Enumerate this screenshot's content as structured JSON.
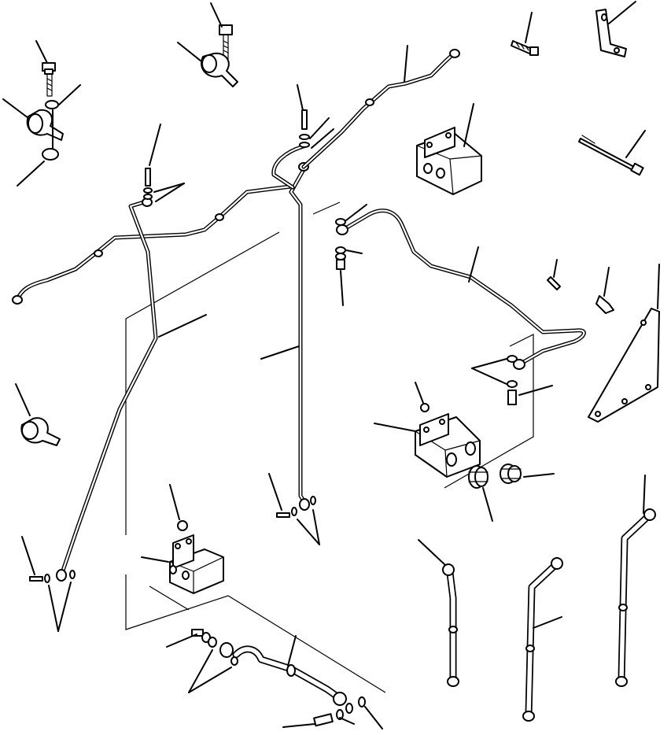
{
  "diagram": {
    "kind": "exploded-parts-view",
    "item_numbers_shown": false,
    "line_color": "#000000",
    "background": "#ffffff",
    "parts": [
      {
        "part": "pipe",
        "count": 5
      },
      {
        "part": "hose",
        "count": 4
      },
      {
        "part": "block",
        "count": 3
      },
      {
        "part": "clamp",
        "count": 3
      },
      {
        "part": "bolt",
        "count": 9
      },
      {
        "part": "washer",
        "count": 14
      },
      {
        "part": "nut",
        "count": 3
      },
      {
        "part": "bracket",
        "count": 1
      },
      {
        "part": "plate",
        "count": 1
      },
      {
        "part": "tie-rod",
        "count": 1
      },
      {
        "part": "adapter",
        "count": 2
      }
    ]
  }
}
